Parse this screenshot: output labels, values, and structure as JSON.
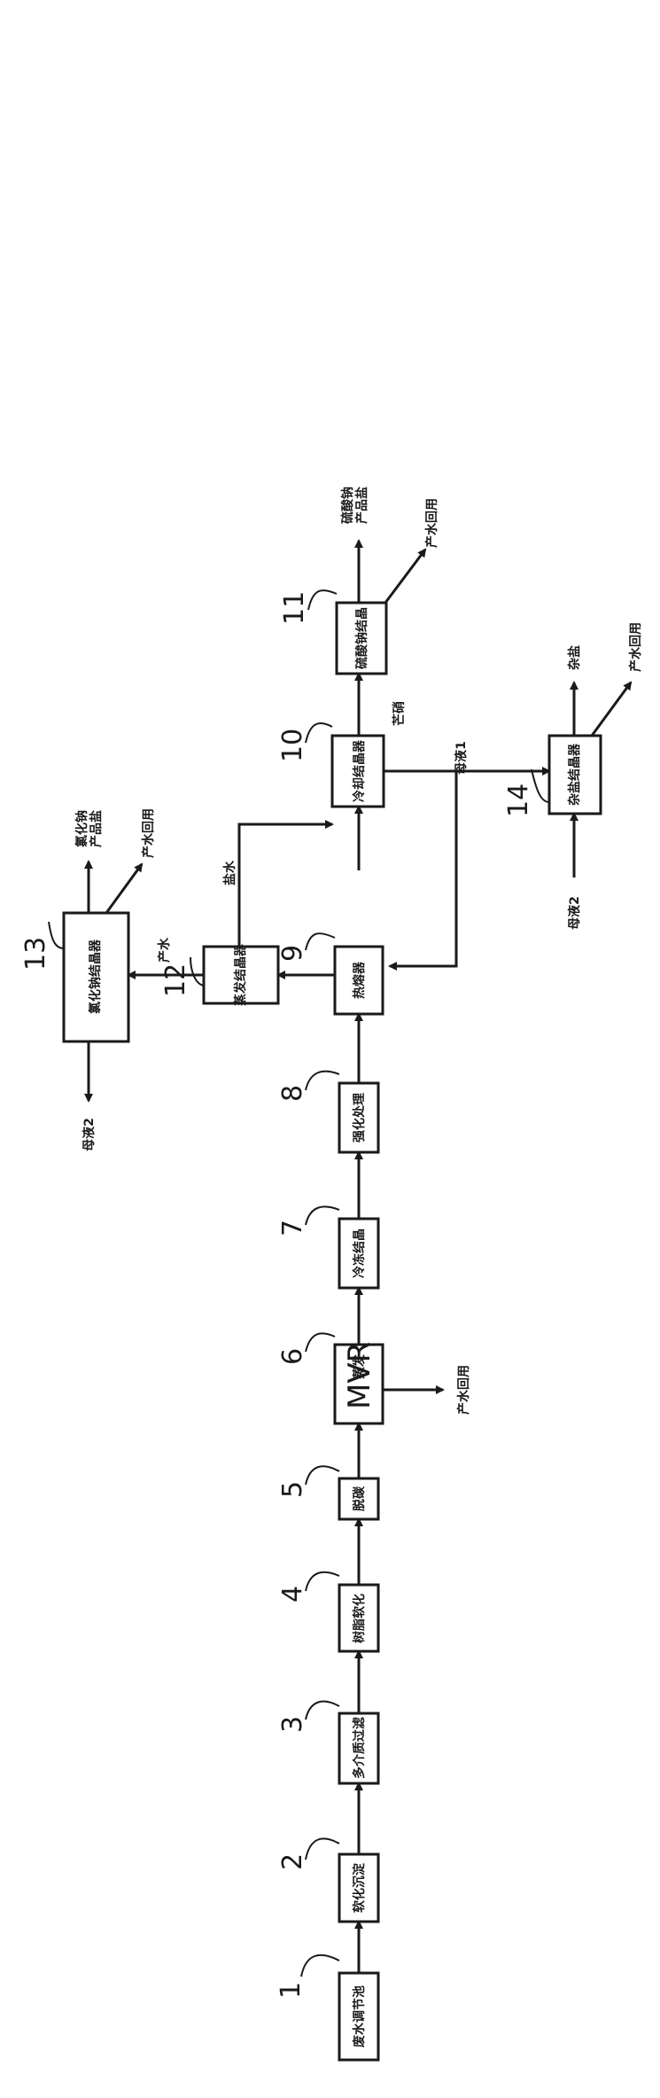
{
  "boxes": [
    {
      "id": "1",
      "number": "1",
      "label": "废水调节池"
    },
    {
      "id": "2",
      "number": "2",
      "label": "软化沉淀"
    },
    {
      "id": "3",
      "number": "3",
      "label": "多介质过滤"
    },
    {
      "id": "4",
      "number": "4",
      "label": "树脂软化"
    },
    {
      "id": "5",
      "number": "5",
      "label": "脱碳"
    },
    {
      "id": "6",
      "number": "6",
      "label": "MVR",
      "suffix": "蒸发"
    },
    {
      "id": "7",
      "number": "7",
      "label": "冷冻结晶"
    },
    {
      "id": "8",
      "number": "8",
      "label": "强化处理"
    },
    {
      "id": "9",
      "number": "9",
      "label": "热熔器"
    },
    {
      "id": "10",
      "number": "10",
      "label": "冷却结晶器"
    },
    {
      "id": "11",
      "number": "11",
      "label": "硫酸钠结晶"
    },
    {
      "id": "12",
      "number": "12",
      "label": "蒸发结晶器"
    },
    {
      "id": "13",
      "number": "13",
      "label": "氯化钠结晶器"
    },
    {
      "id": "14",
      "number": "14",
      "label": "杂盐结晶器"
    }
  ],
  "flow_labels": {
    "out11_product": "硫酸钠\n产品盐",
    "out11_water": "产水回用",
    "out10_mother": "芒硝",
    "out10_mother_liquor": "母液1",
    "out14_salt": "杂盐",
    "out14_water": "产水回用",
    "in14_mother2": "母液2",
    "out12_water": "产水",
    "in12_mother": "盐水",
    "out13_product": "氯化钠\n产品盐",
    "out13_water": "产水回用",
    "out13_mother2": "母液2",
    "out6_water": "产水回用"
  }
}
